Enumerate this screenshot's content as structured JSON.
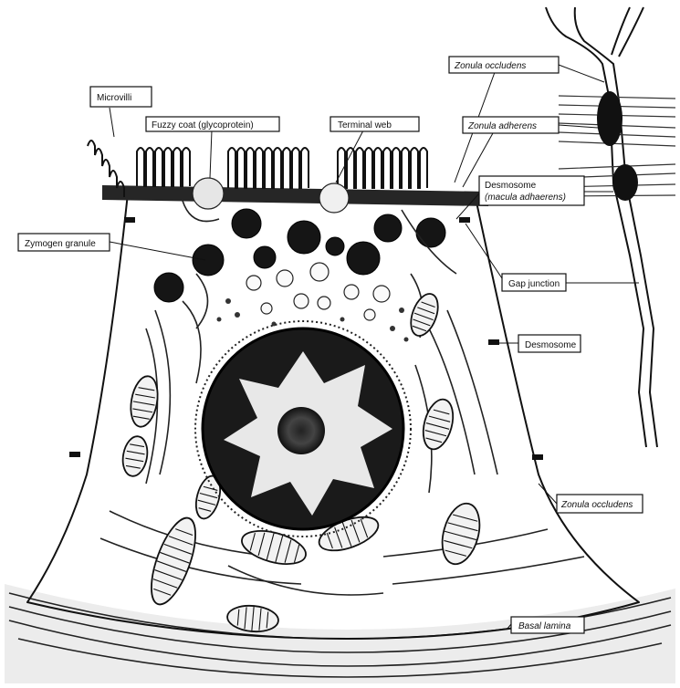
{
  "labels": {
    "microvilli": "Microvilli",
    "fuzzy_coat": "Fuzzy coat (glycoprotein)",
    "terminal_web": "Terminal web",
    "zonula_occludens_top": "Zonula occludens",
    "zonula_adherens": "Zonula adherens",
    "desmosome_main": "Desmosome",
    "desmosome_sub": "(macula adhaerens)",
    "zymogen_granule": "Zymogen granule",
    "gap_junction": "Gap junction",
    "desmosome_side": "Desmosome",
    "zonula_occludens_bottom": "Zonula occludens",
    "basal_lamina": "Basal lamina"
  },
  "colors": {
    "ink": "#111111",
    "background": "#ffffff",
    "chromatin": "#1a1a1a"
  }
}
